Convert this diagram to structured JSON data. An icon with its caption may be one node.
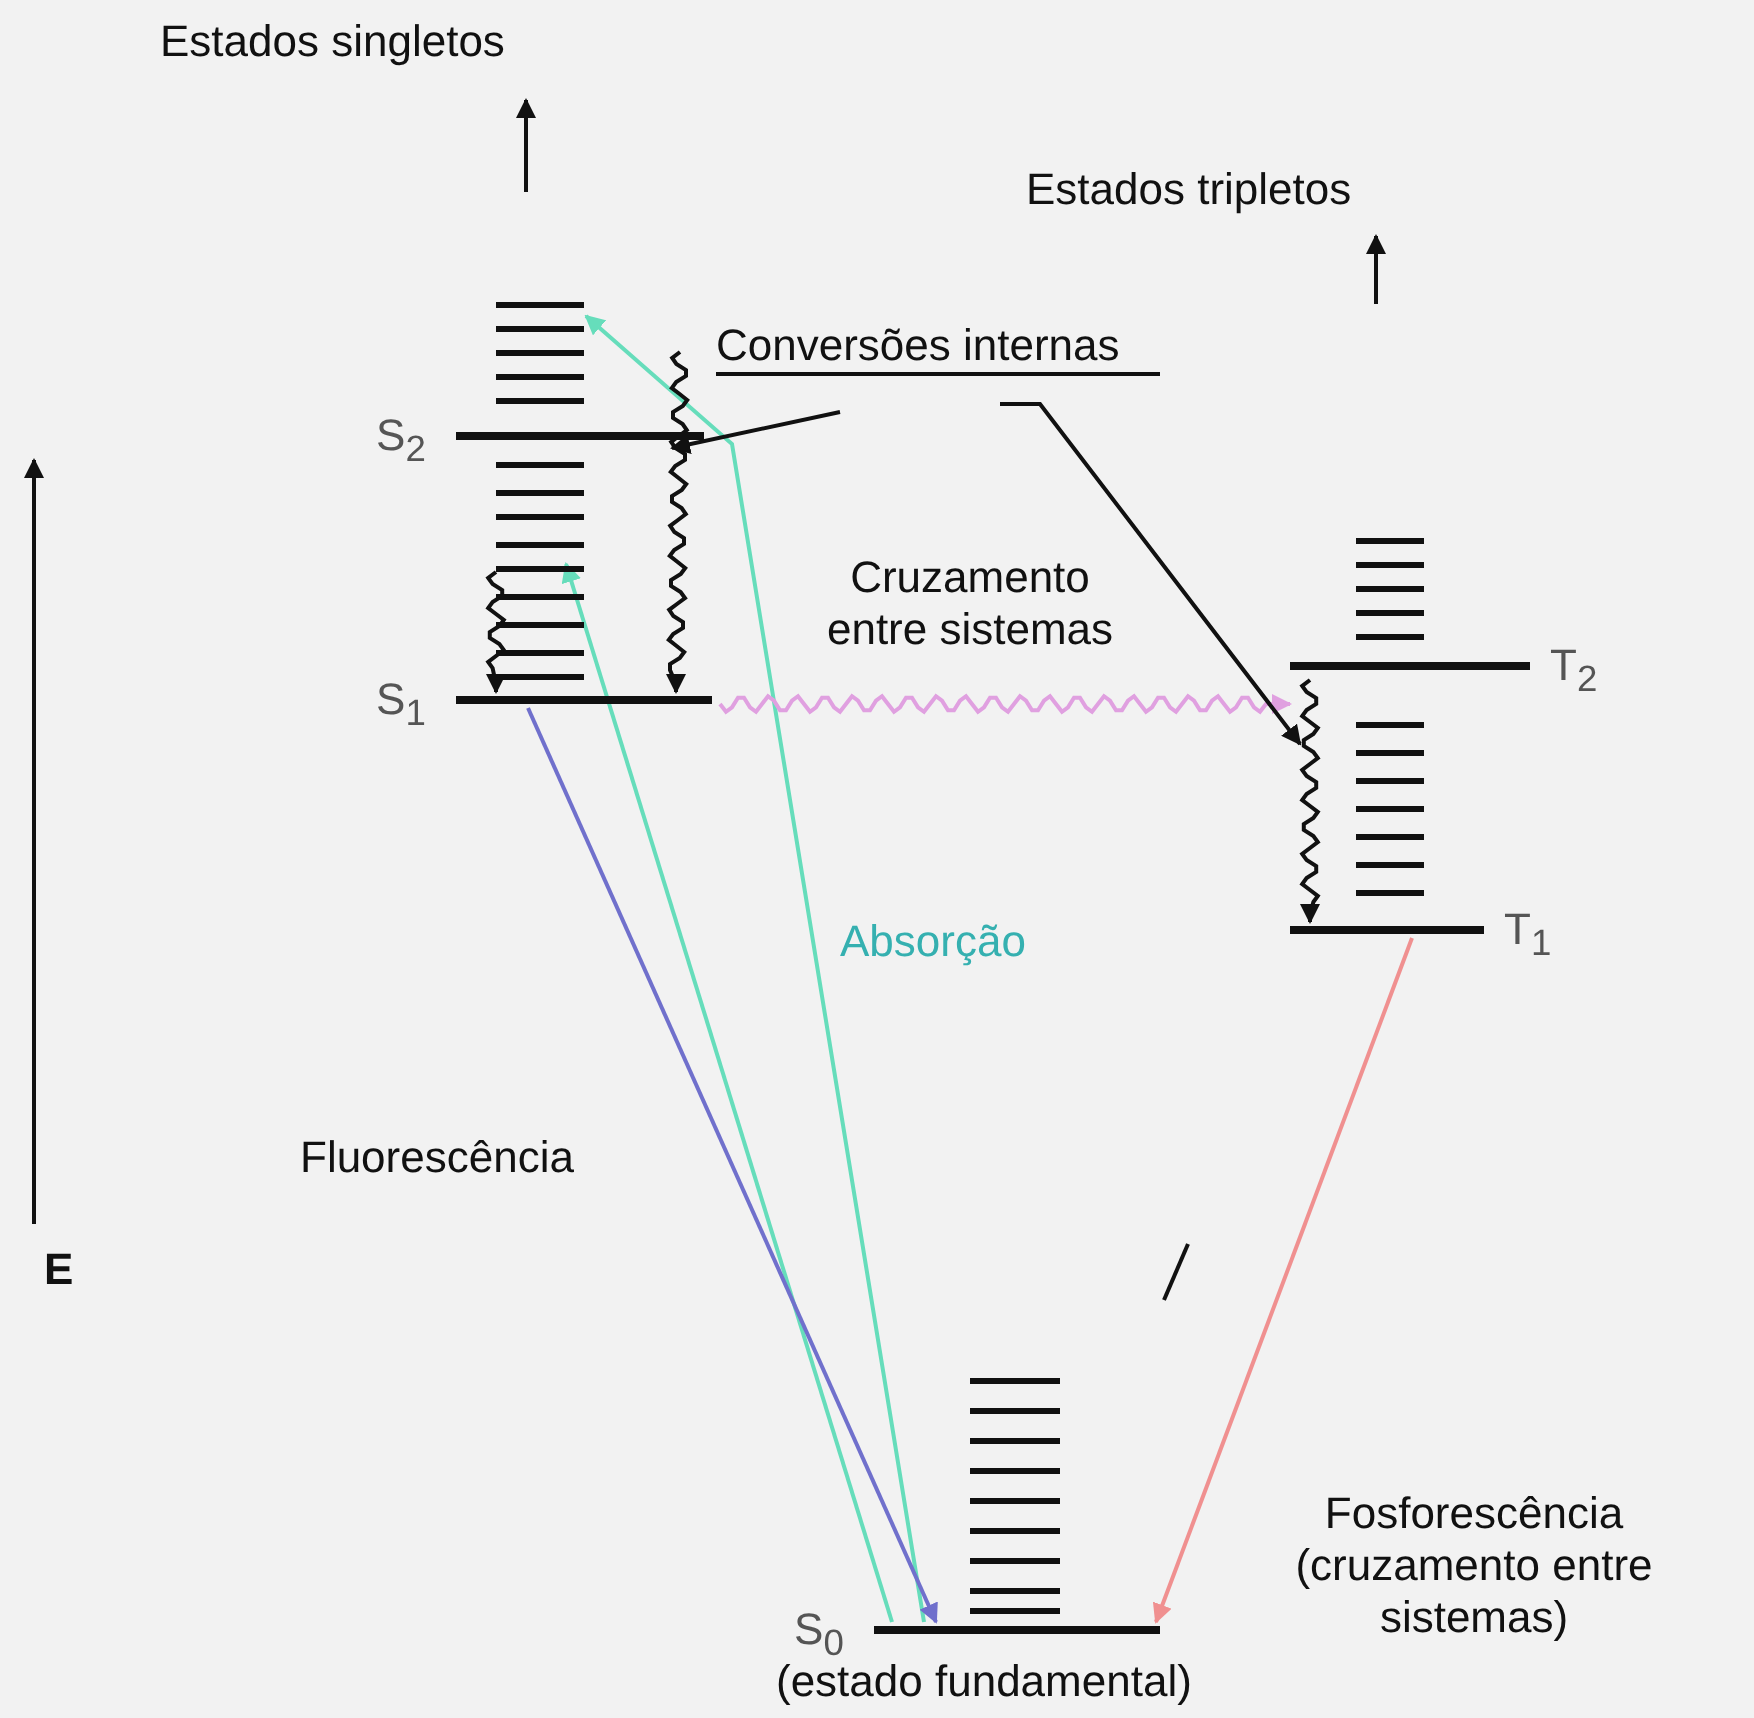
{
  "diagram": {
    "nodes": [
      {
        "text": [
          "S$_{2}$"
        ]
      },
      {
        "text": [
          "S$_{1}$"
        ]
      },
      {
        "text": [
          "T$_{2}$"
        ]
      },
      {
        "text": [
          "T$_{1}$"
        ]
      },
      {
        "text": [
          "S$_{0}$"
        ],
        "beside": [
          "(estado fundamental)"
        ]
      },
      {
        "text": [
          "Conversões internas"
        ]
      }
    ],
    "edges": [
      {
        "from": 4,
        "to": 0,
        "arrow": "to",
        "color": "#66ddbb",
        "label": "Absorção"
      },
      {
        "from": 4,
        "to": 1,
        "arrow": "to",
        "color": "#66ddbb"
      },
      {
        "from": 1,
        "to": 4,
        "arrow": "to",
        "color": "#7070cc",
        "label": "Fluorescência"
      },
      {
        "from": 0,
        "to": 1,
        "arrow": "to"
      },
      {
        "from": null,
        "to": 1,
        "arrow": "to"
      },
      {
        "from": 1,
        "to": 2,
        "arrow": "to",
        "color": "#e0a0e0",
        "label": "Cruzamento entre sistemas"
      },
      {
        "from": 2,
        "to": 3,
        "arrow": "to"
      },
      {
        "from": 3,
        "to": 4,
        "arrow": "to",
        "color": "#f09090",
        "label": "Fosforescência (cruzamento entre sistemas)"
      },
      {
        "from": 5,
        "to": 0,
        "arrow": "to"
      },
      {
        "from": 5,
        "to": 3,
        "arrow": "to"
      }
    ],
    "labels": [
      "Estados singletos",
      "Estados tripletos",
      "E"
    ]
  }
}
